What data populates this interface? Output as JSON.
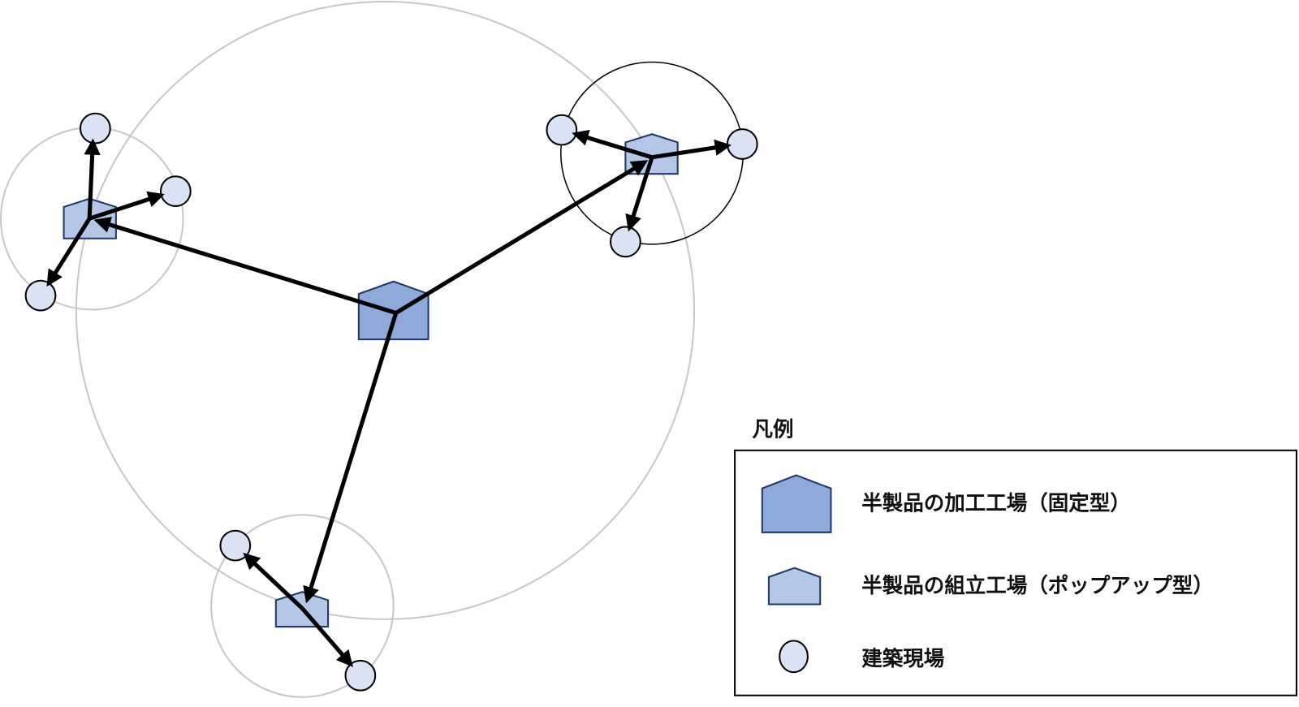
{
  "legend": {
    "title": "凡例",
    "items": [
      {
        "label": "半製品の加工工場（固定型）",
        "icon": "large-house-icon"
      },
      {
        "label": "半製品の組立工場（ポップアップ型）",
        "icon": "small-house-icon"
      },
      {
        "label": "建築現場",
        "icon": "circle-icon"
      }
    ]
  },
  "colors": {
    "fixed_factory": "#8eaadb",
    "popup_factory": "#b4c7e7",
    "site": "#dae3f3",
    "outline": "#1f3864",
    "range_gray": "#c8c8c8",
    "arrow": "#000000"
  }
}
